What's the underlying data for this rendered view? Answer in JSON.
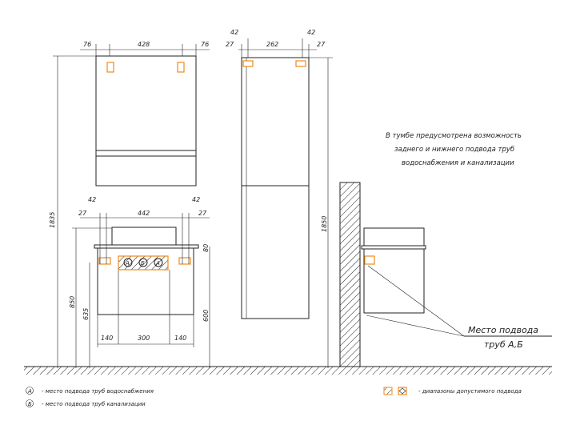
{
  "dims": {
    "mirror_left": "76",
    "mirror_width": "428",
    "mirror_right": "76",
    "total_height": "1835",
    "cab_pipe_l": "42",
    "cab_pipe_r": "42",
    "cab_off_l": "27",
    "cab_span": "442",
    "cab_off_r": "27",
    "h_850": "850",
    "h_635": "635",
    "h_600": "600",
    "h_80": "80",
    "bot_l": "140",
    "bot_mid": "300",
    "bot_r": "140",
    "tall_pipe_l": "42",
    "tall_pipe_r": "42",
    "tall_off_l": "27",
    "tall_span": "262",
    "tall_off_r": "27",
    "tall_height": "1850"
  },
  "markers": {
    "a": "А",
    "b": "Б"
  },
  "note": {
    "line1": "В тумбе предусмотрена возможность",
    "line2": "заднего и нижнего подвода труб",
    "line3": "водоснабжения и канализации"
  },
  "callout": {
    "line1": "Место подвода",
    "line2": "труб А,Б"
  },
  "legend": {
    "a_symbol": "А",
    "a_text": "- место подвода труб водоснабжения",
    "b_symbol": "Б",
    "b_text": "- место подвода труб канализации",
    "range_text": "- диапазоны допустимого подвода"
  },
  "colors": {
    "accent": "#f08a1c",
    "line": "#222222"
  }
}
